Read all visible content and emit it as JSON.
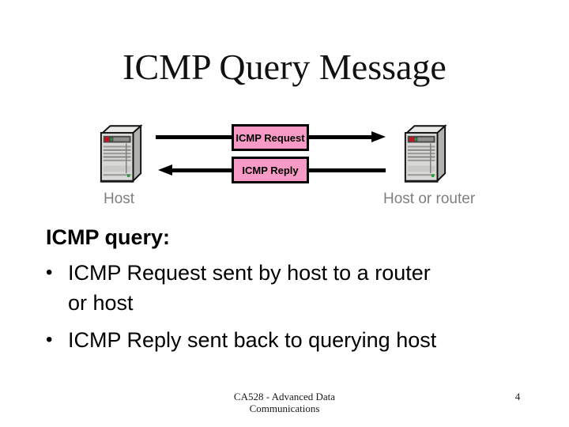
{
  "title": "ICMP Query Message",
  "diagram": {
    "request_label": "ICMP Request",
    "reply_label": "ICMP Reply",
    "left_host_label": "Host",
    "right_host_label": "Host or router",
    "box_fill": "#f79ac5",
    "line_color": "#000000",
    "label_color": "#7f7f7f"
  },
  "body": {
    "heading": "ICMP query:",
    "bullets": [
      {
        "glyph": "•",
        "lines": [
          "ICMP Request sent by host to a router",
          "or host"
        ]
      },
      {
        "glyph": "•",
        "lines": [
          "ICMP Reply sent back to querying host"
        ]
      }
    ]
  },
  "footer": {
    "lines": [
      "CA528 - Advanced Data",
      "Communications"
    ],
    "page_number": "4"
  }
}
